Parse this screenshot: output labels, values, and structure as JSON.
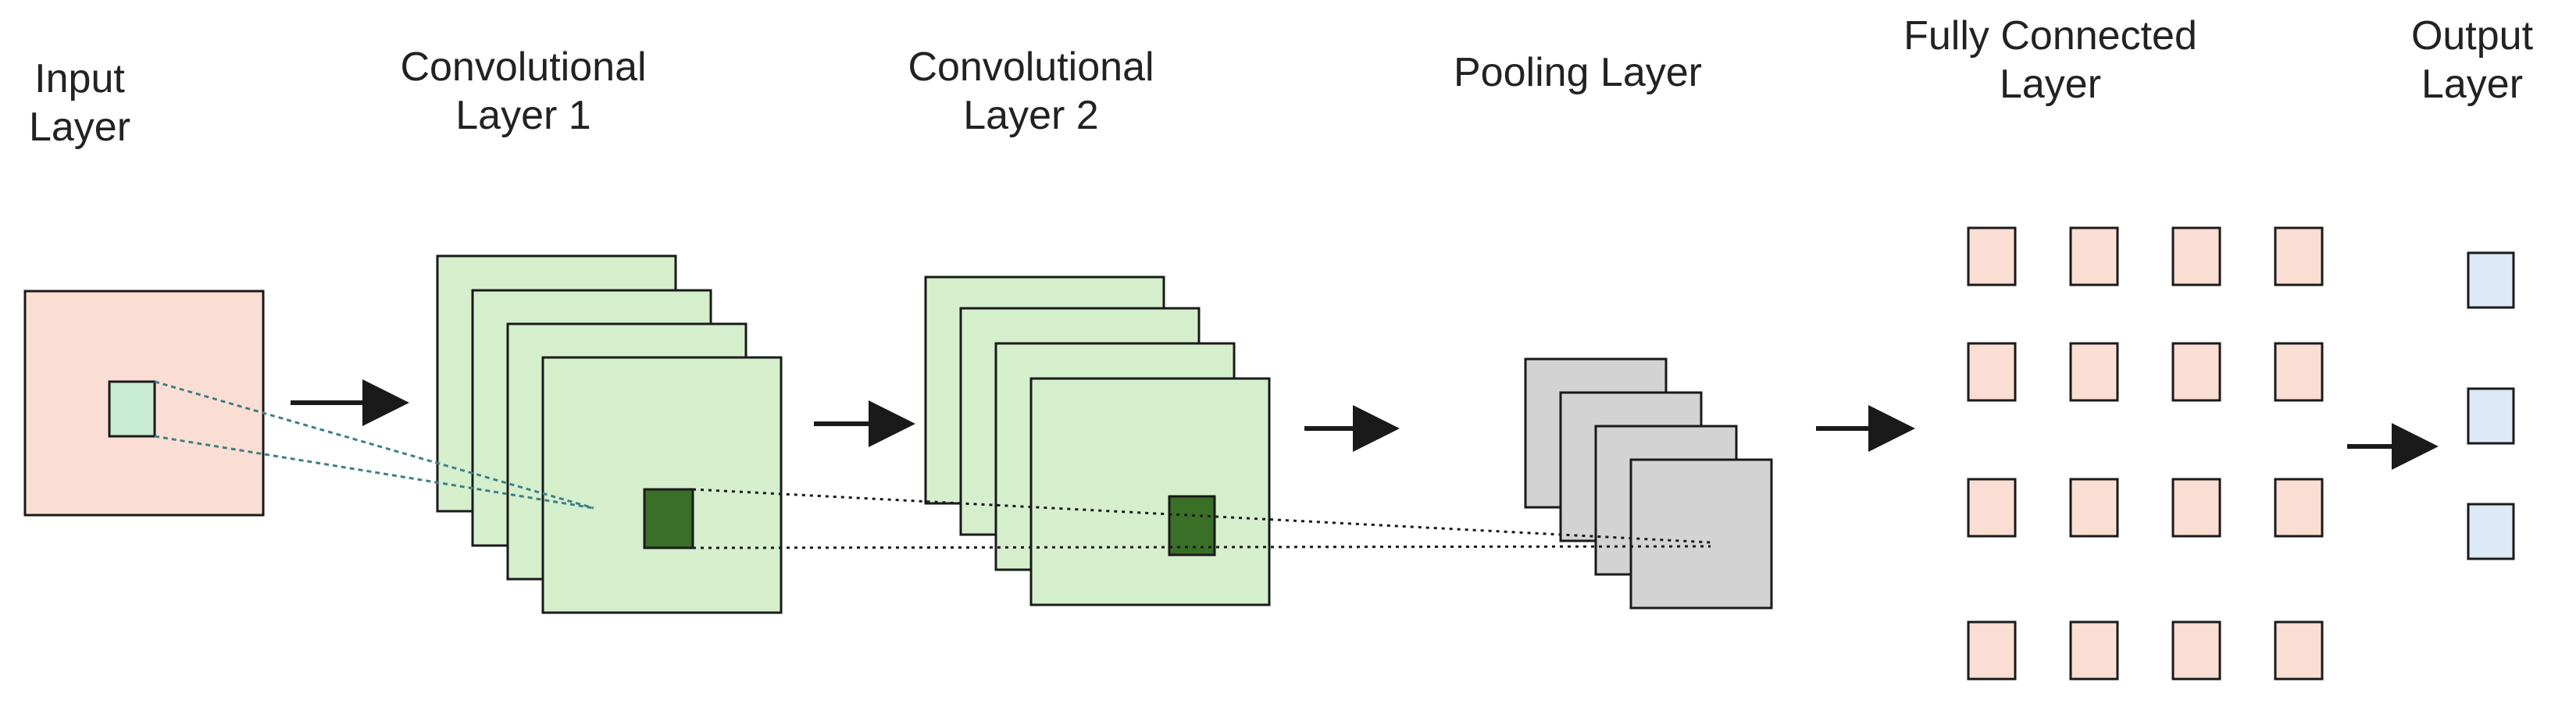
{
  "layers": [
    {
      "id": "input",
      "line1": "Input",
      "line2": "Layer"
    },
    {
      "id": "conv1",
      "line1": "Convolutional",
      "line2": "Layer 1"
    },
    {
      "id": "conv2",
      "line1": "Convolutional",
      "line2": "Layer 2"
    },
    {
      "id": "pool",
      "line1": "Pooling Layer",
      "line2": ""
    },
    {
      "id": "fc",
      "line1": "Fully Connected",
      "line2": "Layer"
    },
    {
      "id": "output",
      "line1": "Output",
      "line2": "Layer"
    }
  ],
  "colors": {
    "input_fill": "#fbded3",
    "feature_map_fill": "#d5efcd",
    "kernel_fill": "#3a6f27",
    "input_patch_fill": "#c7ebd3",
    "pool_fill": "#d3d3d3",
    "fc_node_fill": "#fbded3",
    "output_node_fill": "#dbeaf6",
    "stroke": "#1a1a1a",
    "input_projection": "#3f7f86"
  },
  "structure": {
    "conv1_maps": 4,
    "conv2_maps": 4,
    "pool_maps": 4,
    "fc_rows": 4,
    "fc_cols": 4,
    "output_nodes": 3
  }
}
